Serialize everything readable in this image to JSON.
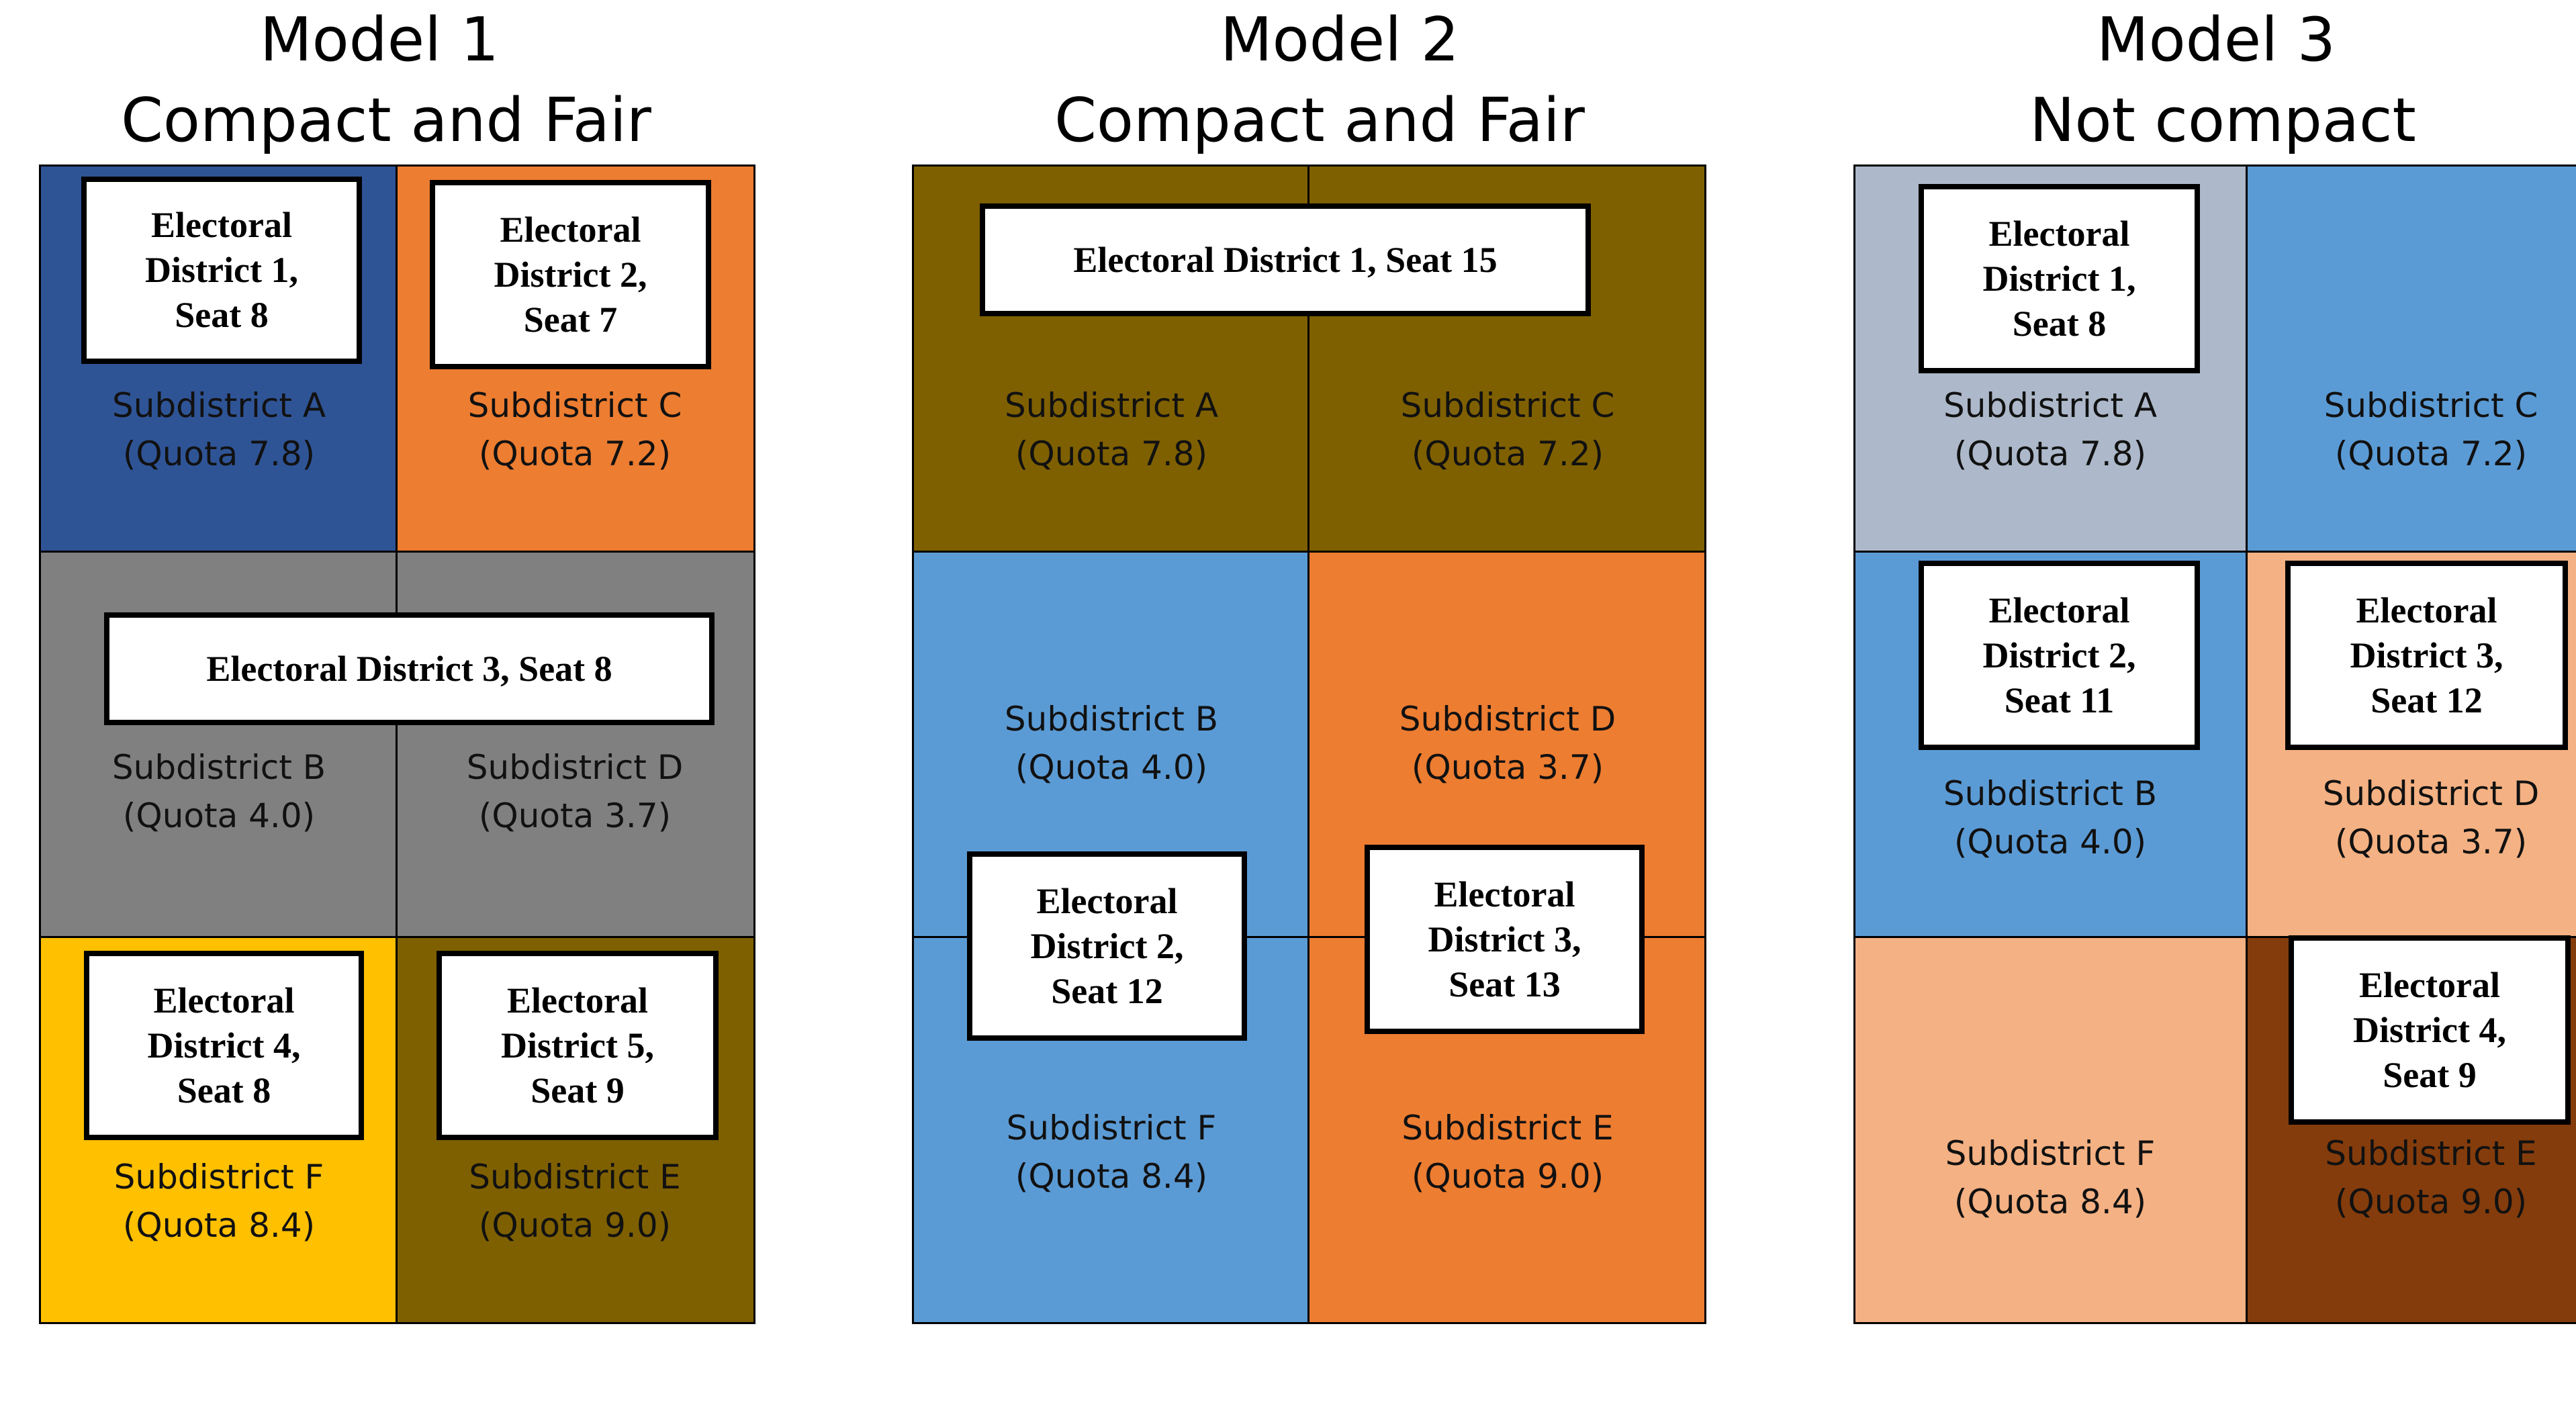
{
  "colors": {
    "navy": "#2f5496",
    "orange": "#ed7d31",
    "gray": "#808080",
    "gold": "#ffc000",
    "olive": "#7f6000",
    "blue": "#5b9bd5",
    "light_gray_blue": "#adb9ca",
    "peach": "#f4b183",
    "brown": "#843c0c"
  },
  "models": [
    {
      "title": "Model 1",
      "subtitle": "Compact and Fair",
      "subdistricts": [
        {
          "name": "Subdistrict A",
          "quota": "(Quota 7.8)"
        },
        {
          "name": "Subdistrict C",
          "quota": "(Quota 7.2)"
        },
        {
          "name": "Subdistrict B",
          "quota": "(Quota 4.0)"
        },
        {
          "name": "Subdistrict D",
          "quota": "(Quota 3.7)"
        },
        {
          "name": "Subdistrict F",
          "quota": "(Quota 8.4)"
        },
        {
          "name": "Subdistrict E",
          "quota": "(Quota 9.0)"
        }
      ],
      "districts": [
        {
          "line1": "Electoral",
          "line2": "District 1,",
          "line3": "Seat 8"
        },
        {
          "line1": "Electoral",
          "line2": "District 2,",
          "line3": "Seat 7"
        },
        {
          "line1": "Electoral District 3, Seat 8"
        },
        {
          "line1": "Electoral",
          "line2": "District 4,",
          "line3": "Seat 8"
        },
        {
          "line1": "Electoral",
          "line2": "District 5,",
          "line3": "Seat 9"
        }
      ]
    },
    {
      "title": "Model 2",
      "subtitle": "Compact and Fair",
      "subdistricts": [
        {
          "name": "Subdistrict A",
          "quota": "(Quota 7.8)"
        },
        {
          "name": "Subdistrict C",
          "quota": "(Quota 7.2)"
        },
        {
          "name": "Subdistrict B",
          "quota": "(Quota 4.0)"
        },
        {
          "name": "Subdistrict D",
          "quota": "(Quota 3.7)"
        },
        {
          "name": "Subdistrict F",
          "quota": "(Quota 8.4)"
        },
        {
          "name": "Subdistrict E",
          "quota": "(Quota 9.0)"
        }
      ],
      "districts": [
        {
          "line1": "Electoral District 1, Seat 15"
        },
        {
          "line1": "Electoral",
          "line2": "District 2,",
          "line3": "Seat 12"
        },
        {
          "line1": "Electoral",
          "line2": "District 3,",
          "line3": "Seat 13"
        }
      ]
    },
    {
      "title": "Model 3",
      "subtitle": "Not compact",
      "subdistricts": [
        {
          "name": "Subdistrict A",
          "quota": "(Quota 7.8)"
        },
        {
          "name": "Subdistrict C",
          "quota": "(Quota 7.2)"
        },
        {
          "name": "Subdistrict B",
          "quota": "(Quota 4.0)"
        },
        {
          "name": "Subdistrict D",
          "quota": "(Quota 3.7)"
        },
        {
          "name": "Subdistrict F",
          "quota": "(Quota 8.4)"
        },
        {
          "name": "Subdistrict E",
          "quota": "(Quota 9.0)"
        }
      ],
      "districts": [
        {
          "line1": "Electoral",
          "line2": "District 1,",
          "line3": "Seat 8"
        },
        {
          "line1": "Electoral",
          "line2": "District 2,",
          "line3": "Seat 11"
        },
        {
          "line1": "Electoral",
          "line2": "District 3,",
          "line3": "Seat 12"
        },
        {
          "line1": "Electoral",
          "line2": "District 4,",
          "line3": "Seat 9"
        }
      ]
    }
  ]
}
